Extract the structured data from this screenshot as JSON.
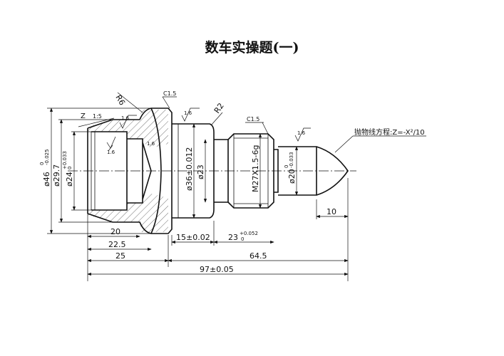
{
  "title": "数车实操题(一)",
  "dimensions": {
    "d1": "20",
    "d2": "22.5",
    "d3": "25",
    "d4": "97±0.05",
    "d5": "15±0.02",
    "d6": "23",
    "d6_tol": "+0.052",
    "d6_tol2": "0",
    "d7": "64.5",
    "d8": "10",
    "dia46": "ø46",
    "dia46_tol": "0",
    "dia46_tol2": "-0.025",
    "dia297": "ø29.7",
    "dia24": "ø24",
    "dia24_tol": "+0.033",
    "dia24_tol2": "0",
    "dia36": "ø36±0.012",
    "dia23": "ø23",
    "thread": "M27X1.5-6g",
    "dia20": "ø20",
    "dia20_tol": "0",
    "dia20_tol2": "-0.033"
  },
  "annotations": {
    "r6": "R6",
    "r2": "R2",
    "c15a": "C1.5",
    "c15b": "C1.5",
    "taper_z": "Z",
    "taper_ratio": "1:5",
    "rough1": "1.6",
    "rough2": "1.6",
    "rough3": "1.6",
    "rough4": "1.6",
    "rough5": "1.6",
    "parabola": "抛物线方程:Z=-X²/10"
  }
}
